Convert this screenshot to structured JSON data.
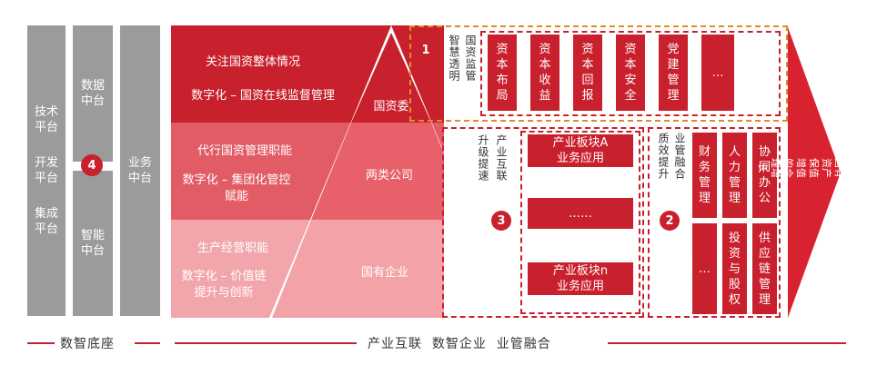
{
  "left": {
    "col1": [
      "技术平台",
      "开发平台",
      "集成平台"
    ],
    "col2_top": "数据中台",
    "col2_bottom": "智能中台",
    "col3": "业务中台",
    "badge": "4"
  },
  "middle": {
    "band1": [
      "关注国资整体情况",
      "数字化 – 国资在线监督管理"
    ],
    "band2": [
      "代行国资管理职能",
      "数字化 – 集团化管控赋能"
    ],
    "band3": [
      "生产经营职能",
      "数字化 – 价值链提升与创新"
    ],
    "tri": [
      "国资委",
      "两类公司",
      "国有企业"
    ]
  },
  "box1": {
    "badge": "1",
    "label_a": "智慧透明",
    "label_b": "国资监管",
    "cells": [
      "资本布局",
      "资本收益",
      "资本回报",
      "资本安全",
      "党建管理",
      "…"
    ]
  },
  "box3": {
    "badge": "3",
    "label_a": "升级提速",
    "label_b": "产业互联",
    "cells": [
      "产业板块A\n业务应用",
      "……",
      "产业板块n\n业务应用"
    ]
  },
  "box2": {
    "badge": "2",
    "label_a": "质效提升",
    "label_b": "业管融合",
    "top": [
      "财务管理",
      "人力管理",
      "协同办公"
    ],
    "bottom": [
      "…",
      "投资与股权",
      "供应链管理"
    ]
  },
  "arrow": "国有资产保值增值的合理增长",
  "bottom": {
    "left": "数智底座",
    "right": "产业互联  数智企业  业管融合"
  }
}
